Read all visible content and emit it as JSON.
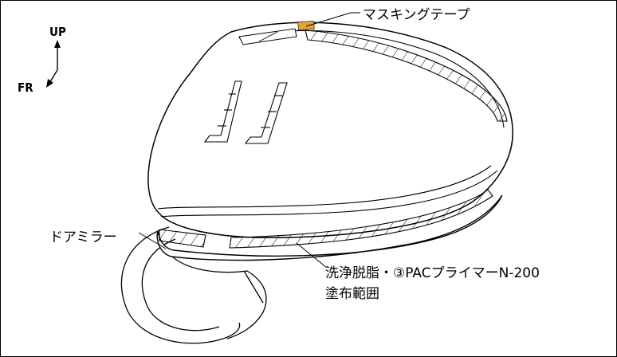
{
  "orientation": {
    "up_label": "UP",
    "fr_label": "FR"
  },
  "callouts": {
    "masking_tape": "マスキングテープ",
    "door_mirror": "ドアミラー",
    "coating_line1": "洗浄脱脂・③PACプライマーN-200",
    "coating_line2": "塗布範囲"
  },
  "colors": {
    "masking_tape": "#e8a23a",
    "line": "#000000",
    "background": "#ffffff"
  }
}
